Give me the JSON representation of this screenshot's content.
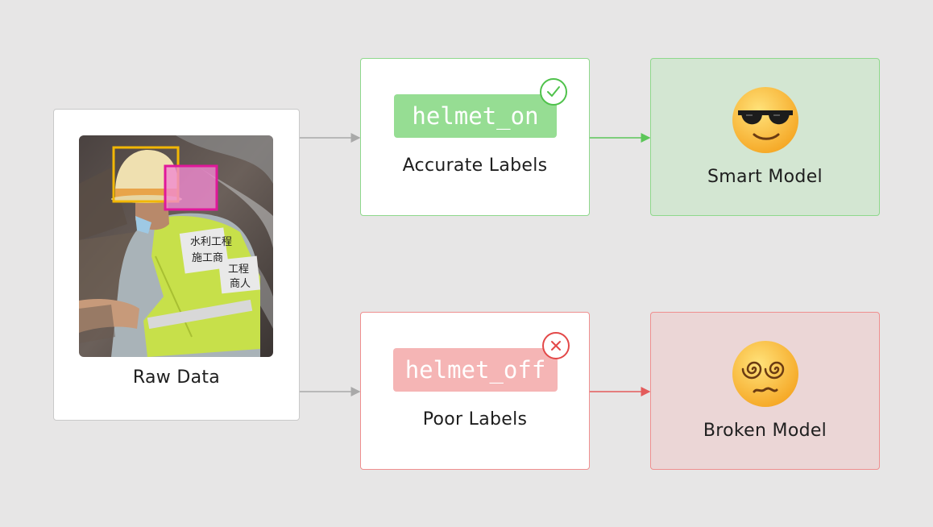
{
  "raw": {
    "caption": "Raw Data"
  },
  "accurate": {
    "tag": "helmet_on",
    "caption": "Accurate Labels",
    "status_icon": "check-icon"
  },
  "poor": {
    "tag": "helmet_off",
    "caption": "Poor Labels",
    "status_icon": "cross-icon"
  },
  "smart": {
    "caption": "Smart Model",
    "emoji": "sunglasses-face"
  },
  "broken": {
    "caption": "Broken Model",
    "emoji": "dizzy-spiral-eyes-face"
  },
  "photo_text": {
    "vest_line1": "水利工程",
    "vest_line2": "施工商",
    "vest_line3": "工程",
    "vest_line4": "商人"
  },
  "colors": {
    "background": "#e7e6e6",
    "good_border": "#8fd88c",
    "good_tag": "#96dd93",
    "good_fill": "#d3e6d2",
    "bad_border": "#ef8f8f",
    "bad_tag": "#f5b5b5",
    "bad_fill": "#ebd6d6",
    "bbox_yellow": "#f2b705",
    "bbox_magenta": "#e0189a",
    "arrow_gray": "#a9a9a9",
    "arrow_green": "#5cc659",
    "arrow_red": "#e35b5b"
  }
}
